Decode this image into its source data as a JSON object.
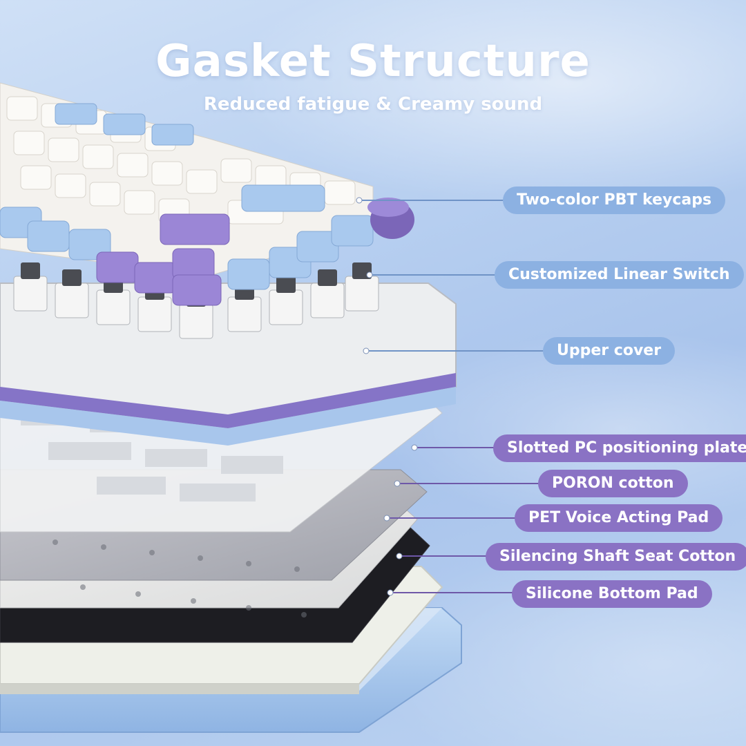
{
  "header": {
    "title": "Gasket Structure",
    "subtitle": "Reduced fatigue & Creamy sound"
  },
  "layers": [
    {
      "label": "Two-color PBT keycaps",
      "style": "blue"
    },
    {
      "label": "Customized Linear Switch",
      "style": "blue"
    },
    {
      "label": "Upper cover",
      "style": "blue"
    },
    {
      "label": "Slotted PC positioning plate",
      "style": "purple"
    },
    {
      "label": "PORON cotton",
      "style": "purple"
    },
    {
      "label": "PET Voice Acting Pad",
      "style": "purple"
    },
    {
      "label": "Silencing Shaft Seat Cotton",
      "style": "purple"
    },
    {
      "label": "Silicone Bottom Pad",
      "style": "purple"
    }
  ],
  "colors": {
    "background": "#b7cff0",
    "label_blue": "#8cb1e2",
    "label_purple": "#8a72c4",
    "keycap_white": "#f4f2ee",
    "keycap_blue": "#a9c9ee",
    "keycap_purple": "#9b86d6",
    "case_blue": "#a7c6ec"
  }
}
